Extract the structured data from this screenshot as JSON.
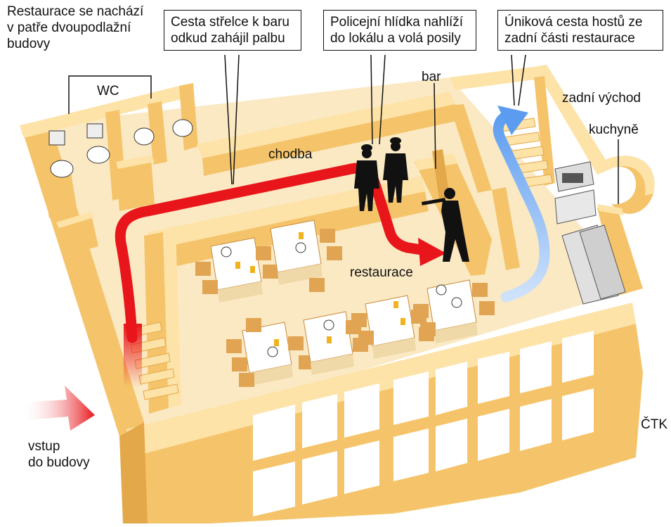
{
  "labels": {
    "location_note": "Restaurace se nachází\nv patře dvoupodlažní\nbudovy",
    "wc": "WC",
    "corridor": "chodba",
    "bar": "bar",
    "back_exit": "zadní východ",
    "kitchen": "kuchyně",
    "restaurant": "restaurace",
    "entrance": "vstup\ndo budovy",
    "source": "ČTK"
  },
  "callouts": {
    "shooter_path": "Cesta střelce k baru\nodkud zahájil palbu",
    "police": "Policejní hlídka nahlíží\ndo lokálu a volá posily",
    "escape": "Úniková cesta hostů ze\nzadní části restaurace"
  },
  "colors": {
    "wall_top": "#fde3a8",
    "wall_side": "#f5c46a",
    "wall_dark": "#e3a84a",
    "floor": "#fbe9c4",
    "shooter_route": "#e8161b",
    "escape_route": "#6fa8f0",
    "figures": "#111111"
  }
}
